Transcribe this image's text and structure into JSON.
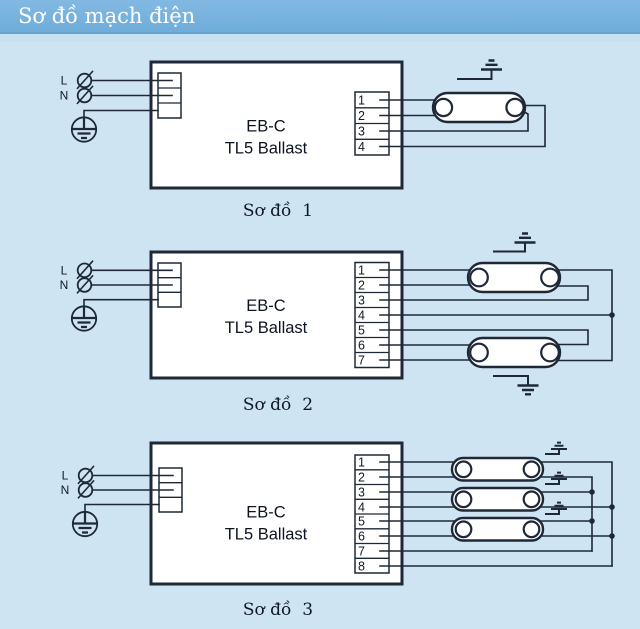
{
  "title": "Sơ đồ mạch điện",
  "inputs": {
    "live": "L",
    "neutral": "N"
  },
  "ballast": {
    "name": "EB-C",
    "model": "TL5 Ballast"
  },
  "diagrams": [
    {
      "caption": "Sơ đồ  1",
      "lamps": 1,
      "terminals": [
        "1",
        "2",
        "3",
        "4"
      ]
    },
    {
      "caption": "Sơ đồ  2",
      "lamps": 2,
      "terminals": [
        "1",
        "2",
        "3",
        "4",
        "5",
        "6",
        "7"
      ]
    },
    {
      "caption": "Sơ đồ  3",
      "lamps": 3,
      "terminals": [
        "1",
        "2",
        "3",
        "4",
        "5",
        "6",
        "7",
        "8"
      ]
    }
  ],
  "colors": {
    "header_bar": "#75b0dc",
    "header_band": "#c9e0f1",
    "background": "#cfe4f2",
    "line": "#1e2836",
    "text": "#0d1420",
    "title_text": "#ffffff"
  }
}
